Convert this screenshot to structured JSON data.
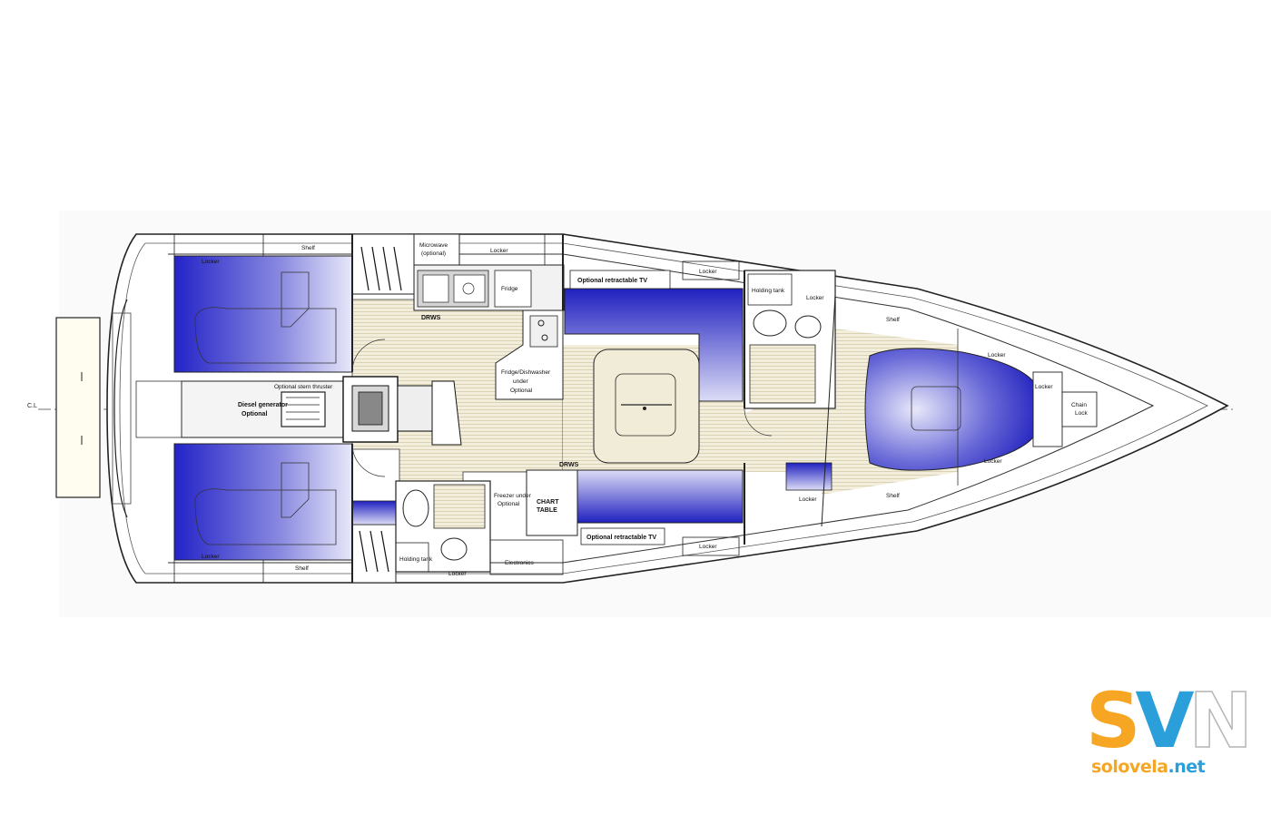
{
  "labels": {
    "centerline": "C.L",
    "shelf": "Shelf",
    "locker": "Locker",
    "microwave": "Microwave",
    "optional_paren": "(optional)",
    "fridge": "Fridge",
    "drws": "DRWS",
    "fridge_dishwasher": "Fridge/Dishwasher",
    "under": "under",
    "optional": "Optional",
    "optional_tv": "Optional retractable TV",
    "holding_tank": "Holding tank",
    "optional_stern_thruster": "Optional stern thruster",
    "diesel_generator": "Diesel generator",
    "freezer_under": "Freezer under",
    "chart": "CHART",
    "table": "TABLE",
    "electronics": "Electronics",
    "chain": "Chain",
    "lock": "Lock"
  },
  "logo": {
    "s": "S",
    "v": "V",
    "n": "N",
    "site_a": "solovela",
    "site_b": ".net"
  }
}
